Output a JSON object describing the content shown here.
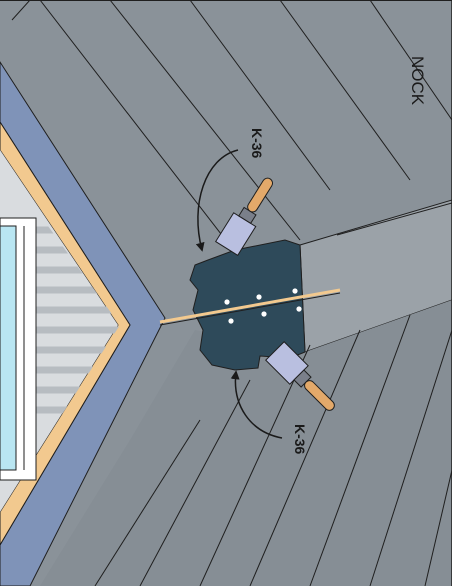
{
  "labels": {
    "ridge": "NOCK",
    "product_top": "K-36",
    "product_bottom": "K-36"
  },
  "colors": {
    "roof": "#8a9299",
    "roof_dark": "#7a8289",
    "ridge_cap": "#9ba2a8",
    "patch": "#2e4a5a",
    "trim_blue": "#7f93b8",
    "trim_wood": "#f2c98f",
    "siding": "#d9dcdf",
    "window_glass": "#b9e6f2"
  },
  "icons": [
    "putty-knife-icon",
    "putty-knife-icon",
    "curved-arrow-icon",
    "curved-arrow-icon"
  ]
}
